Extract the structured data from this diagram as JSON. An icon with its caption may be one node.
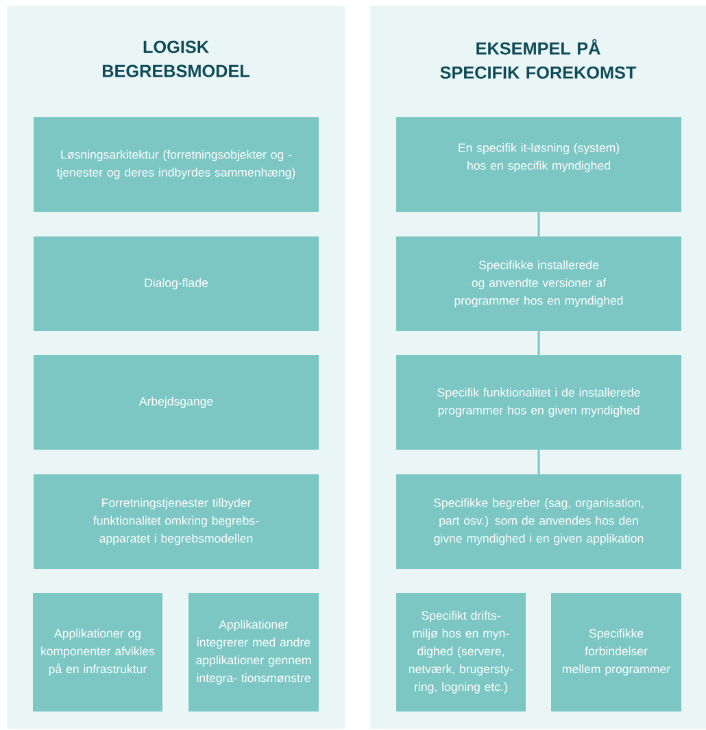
{
  "diagram": {
    "nodes": [
      {
        "text": [
          "LOGISK BEGREBSMODEL"
        ]
      },
      {
        "text": [
          "Løsningsarkitektur (forretningsobjekter og - tjenester og deres indbyrdes sammenhæng)"
        ],
        "in": 0
      },
      {
        "text": [
          "Dialog-flade"
        ],
        "in": 0
      },
      {
        "text": [
          "Arbejdsgange"
        ],
        "in": 0
      },
      {
        "text": [
          "Forretningstjenester tilbyder funktionalitet omkring begrebs- apparatet i begrebsmodellen"
        ],
        "in": 0
      },
      {
        "text": [
          "Applikationer og komponenter afvikles på en infrastruktur"
        ],
        "in": 0
      },
      {
        "text": [
          "Applikationer integrerer med andre applikationer gennem integra- tionsmønstre"
        ],
        "in": 0
      },
      {
        "text": [
          "EKSEMPEL PÅ SPECIFIK FOREKOMST"
        ]
      },
      {
        "text": [
          "En specifik it-løsning (system) hos en specifik myndighed"
        ],
        "in": 7
      },
      {
        "text": [
          "Specifikke installerede og anvendte versioner af programmer hos en myndighed"
        ],
        "in": 7
      },
      {
        "text": [
          "Specifik funktionalitet i de installerede programmer hos en given myndighed"
        ],
        "in": 7
      },
      {
        "text": [
          "Specifikke begreber (sag, organisation, part osv.) som de anvendes hos den givne myndighed i en given applikation"
        ],
        "in": 7
      },
      {
        "text": [
          "Specifikt drifts- miljø hos en myn- dighed (servere, netværk, brugersty- ring, logning etc.)"
        ],
        "in": 7
      },
      {
        "text": [
          "Specifikke forbindelser mellem programmer"
        ],
        "in": 7
      }
    ],
    "edges": [
      {
        "from": 8,
        "to": 9,
        "arrow": "none"
      },
      {
        "from": 9,
        "to": 10,
        "arrow": "none"
      },
      {
        "from": 10,
        "to": 11,
        "arrow": "none"
      }
    ]
  }
}
